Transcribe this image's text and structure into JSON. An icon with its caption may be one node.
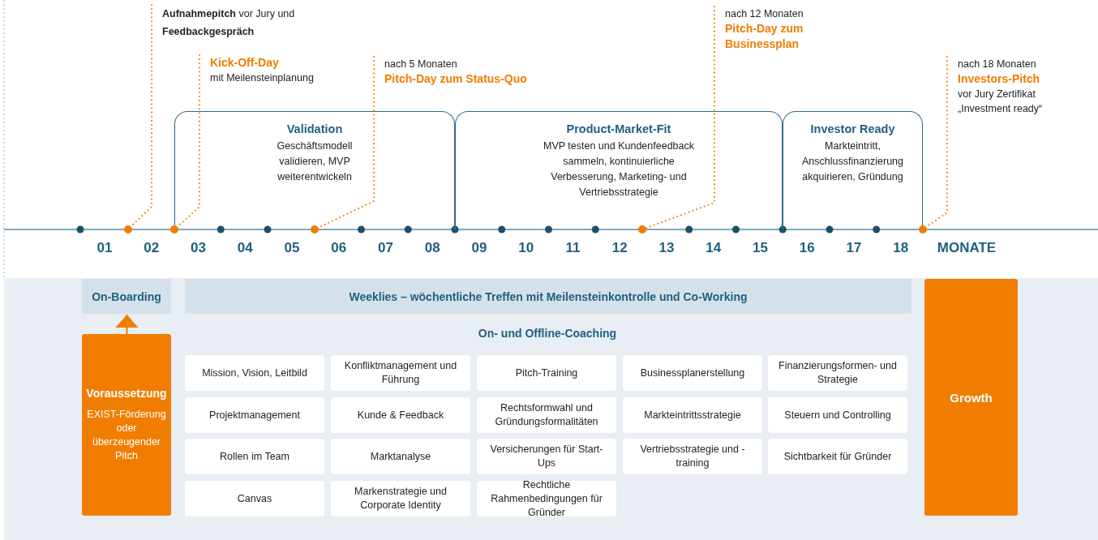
{
  "diagram": {
    "nodes": [
      {
        "text": [
          "**Aufnahmepitch** vor Jury und **Feedbackgespräch**"
        ]
      },
      {
        "text": [
          "Kick-Off-Day",
          "mit Meilensteinplanung"
        ]
      },
      {
        "text": [
          "nach 5 Monaten",
          "Pitch-Day zum Status-Quo"
        ]
      },
      {
        "text": [
          "nach 12 Monaten",
          "Pitch-Day zum Businessplan"
        ]
      },
      {
        "text": [
          "nach 18 Monaten",
          "Investors-Pitch",
          "vor Jury Zertifikat „Investment ready“"
        ]
      },
      {
        "text": [
          "Validation",
          "Geschäftsmodell validieren, MVP weiterentwickeln"
        ]
      },
      {
        "text": [
          "Product-Market-Fit",
          "MVP testen und Kundenfeedback sammeln, kontinuierliche Verbesserung, Marketing- und Vertriebsstrategie"
        ]
      },
      {
        "text": [
          "Investor Ready",
          "Markteintritt, Anschlussfinanzierung akquirieren, Gründung"
        ]
      },
      {
        "text": [],
        "shape": "circle"
      },
      {
        "text": [],
        "shape": "circle"
      },
      {
        "text": [],
        "shape": "circle"
      },
      {
        "text": [],
        "shape": "circle"
      },
      {
        "text": [],
        "shape": "circle"
      },
      {
        "text": [
          "On-Boarding"
        ]
      },
      {
        "text": [
          "Weeklies – wöchentliche Treffen mit Meilensteinkontrolle und Co-Working"
        ]
      },
      {
        "text": [
          "Growth"
        ]
      },
      {
        "text": [
          "Voraussetzung",
          "EXIST-Förderung oder überzeugender Pitch"
        ]
      },
      {
        "text": [
          "Mission, Vision, Leitbild"
        ]
      },
      {
        "text": [
          "Konfliktmanagement und Führung"
        ]
      },
      {
        "text": [
          "Pitch-Training"
        ]
      },
      {
        "text": [
          "Businessplanerstellung"
        ]
      },
      {
        "text": [
          "Finanzierungsformen- und Strategie"
        ]
      },
      {
        "text": [
          "Projektmanagement"
        ]
      },
      {
        "text": [
          "Kunde & Feedback"
        ]
      },
      {
        "text": [
          "Rechtsformwahl und Gründungsformalitäten"
        ]
      },
      {
        "text": [
          "Markteintrittsstrategie"
        ]
      },
      {
        "text": [
          "Steuern und Controlling"
        ]
      },
      {
        "text": [
          "Rollen im Team"
        ]
      },
      {
        "text": [
          "Marktanalyse"
        ]
      },
      {
        "text": [
          "Versicherungen für Start-Ups"
        ]
      },
      {
        "text": [
          "Vertriebsstrategie und -training"
        ]
      },
      {
        "text": [
          "Sichtbarkeit für Gründer"
        ]
      },
      {
        "text": [
          "Canvas"
        ]
      },
      {
        "text": [
          "Markenstrategie und Corporate Identity"
        ]
      },
      {
        "text": [
          "Rechtliche Rahmenbedingungen für Gründer"
        ]
      }
    ],
    "edges": [
      {
        "from": 0,
        "to": 8,
        "arrow": "none",
        "style": "dashed"
      },
      {
        "from": 1,
        "to": 9,
        "arrow": "none",
        "style": "dashed"
      },
      {
        "from": 2,
        "to": 10,
        "arrow": "none",
        "style": "dashed"
      },
      {
        "from": 3,
        "to": 11,
        "arrow": "none",
        "style": "dashed"
      },
      {
        "from": 4,
        "to": 12,
        "arrow": "none",
        "style": "dashed"
      },
      {
        "from": 16,
        "to": 13,
        "arrow": "to"
      }
    ],
    "labels": [
      "01",
      "02",
      "03",
      "04",
      "05",
      "06",
      "07",
      "08",
      "09",
      "10",
      "11",
      "12",
      "13",
      "14",
      "15",
      "16",
      "17",
      "18",
      "MONATE",
      "On- und Offline-Coaching"
    ]
  }
}
